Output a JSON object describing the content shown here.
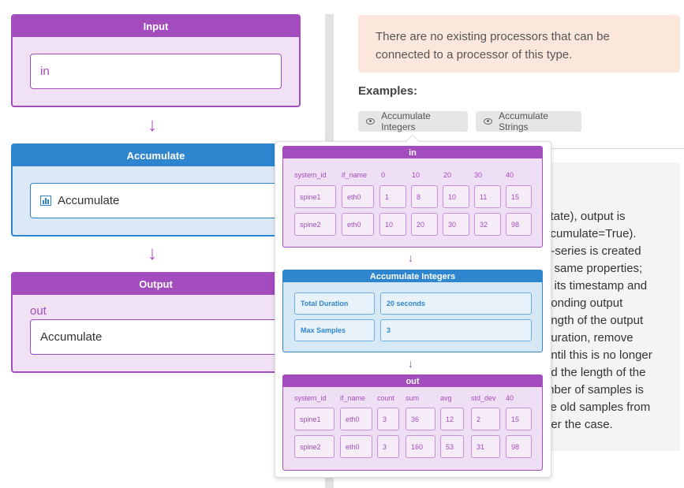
{
  "flow": {
    "input": {
      "title": "Input",
      "field_value": "in"
    },
    "accumulate": {
      "title": "Accumulate",
      "field_value": "Accumulate",
      "icon": "bar-chart-icon"
    },
    "output": {
      "title": "Output",
      "label": "out",
      "field_value": "Accumulate"
    },
    "arrow": "↓"
  },
  "notice": {
    "line1": "There are no existing processors that can be",
    "line2": "connected to a processor of this type."
  },
  "examples": {
    "label": "Examples:",
    "buttons": [
      {
        "label": "Accumulate Integers",
        "icon": "eye-icon"
      },
      {
        "label": "Accumulate Strings",
        "icon": "eye-icon"
      }
    ]
  },
  "description_lines": [
    "state), output is",
    "ccumulate=True).",
    "e-series is created",
    "e same properties;",
    "e its timestamp and",
    "ponding output",
    "ength of the output",
    "duration, remove",
    "until this is no longer",
    "nd the length of the",
    "mber of samples is",
    "ve old samples from",
    "ger the case."
  ],
  "preview": {
    "in": {
      "title": "in",
      "headers": [
        "system_id",
        "if_name",
        "0",
        "10",
        "20",
        "30",
        "40"
      ],
      "rows": [
        [
          "spine1",
          "eth0",
          "1",
          "8",
          "10",
          "11",
          "15"
        ],
        [
          "spine2",
          "eth0",
          "10",
          "20",
          "30",
          "32",
          "98"
        ]
      ]
    },
    "processor": {
      "title": "Accumulate Integers",
      "rows": [
        {
          "key": "Total Duration",
          "value": "20 seconds"
        },
        {
          "key": "Max Samples",
          "value": "3"
        }
      ]
    },
    "out": {
      "title": "out",
      "headers": [
        "system_id",
        "if_name",
        "count",
        "sum",
        "avg",
        "std_dev",
        "40"
      ],
      "rows": [
        [
          "spine1",
          "eth0",
          "3",
          "36",
          "12",
          "2",
          "15"
        ],
        [
          "spine2",
          "eth0",
          "3",
          "160",
          "53",
          "31",
          "98"
        ]
      ]
    },
    "arrow": "↓"
  },
  "colors": {
    "purple": "#a34cbd",
    "blue": "#2f86cf",
    "notice_bg": "#fce7dc"
  }
}
